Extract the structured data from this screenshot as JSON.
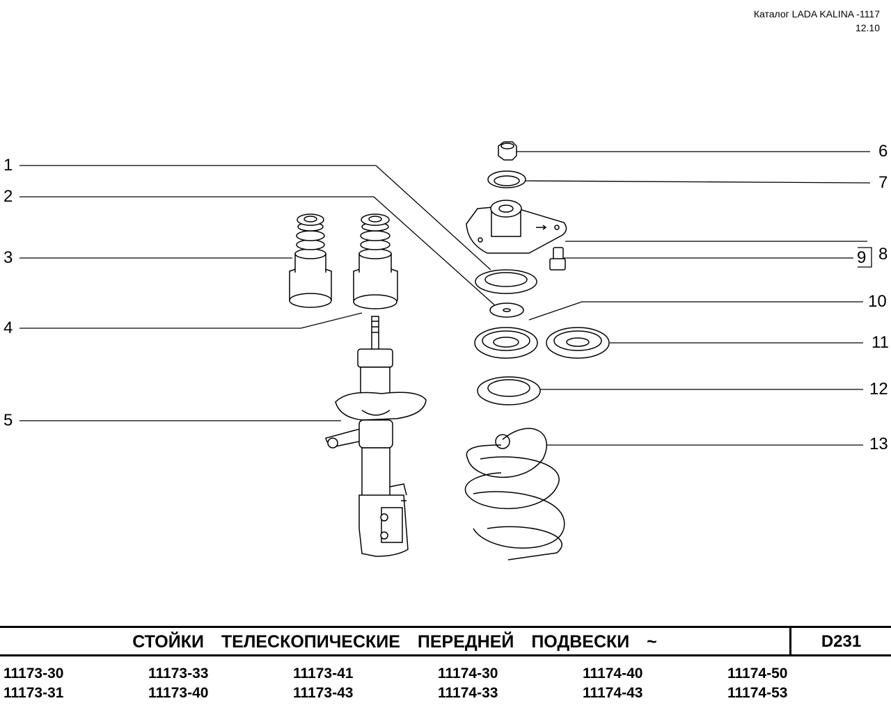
{
  "header": {
    "catalog": "Каталог LADA KALINA -1117",
    "date": "12.10"
  },
  "callouts": [
    "1",
    "2",
    "3",
    "4",
    "5",
    "6",
    "7",
    "8",
    "9",
    "10",
    "11",
    "12",
    "13"
  ],
  "title": "СТОЙКИ ТЕЛЕСКОПИЧЕСКИЕ ПЕРЕДНЕЙ ПОДВЕСКИ ~",
  "code": "D231",
  "models": [
    [
      "11173-30",
      "11173-31"
    ],
    [
      "11173-33",
      "11173-40"
    ],
    [
      "11173-41",
      "11173-43"
    ],
    [
      "11174-30",
      "11174-33"
    ],
    [
      "11174-40",
      "11174-43"
    ],
    [
      "11174-50",
      "11174-53"
    ]
  ]
}
